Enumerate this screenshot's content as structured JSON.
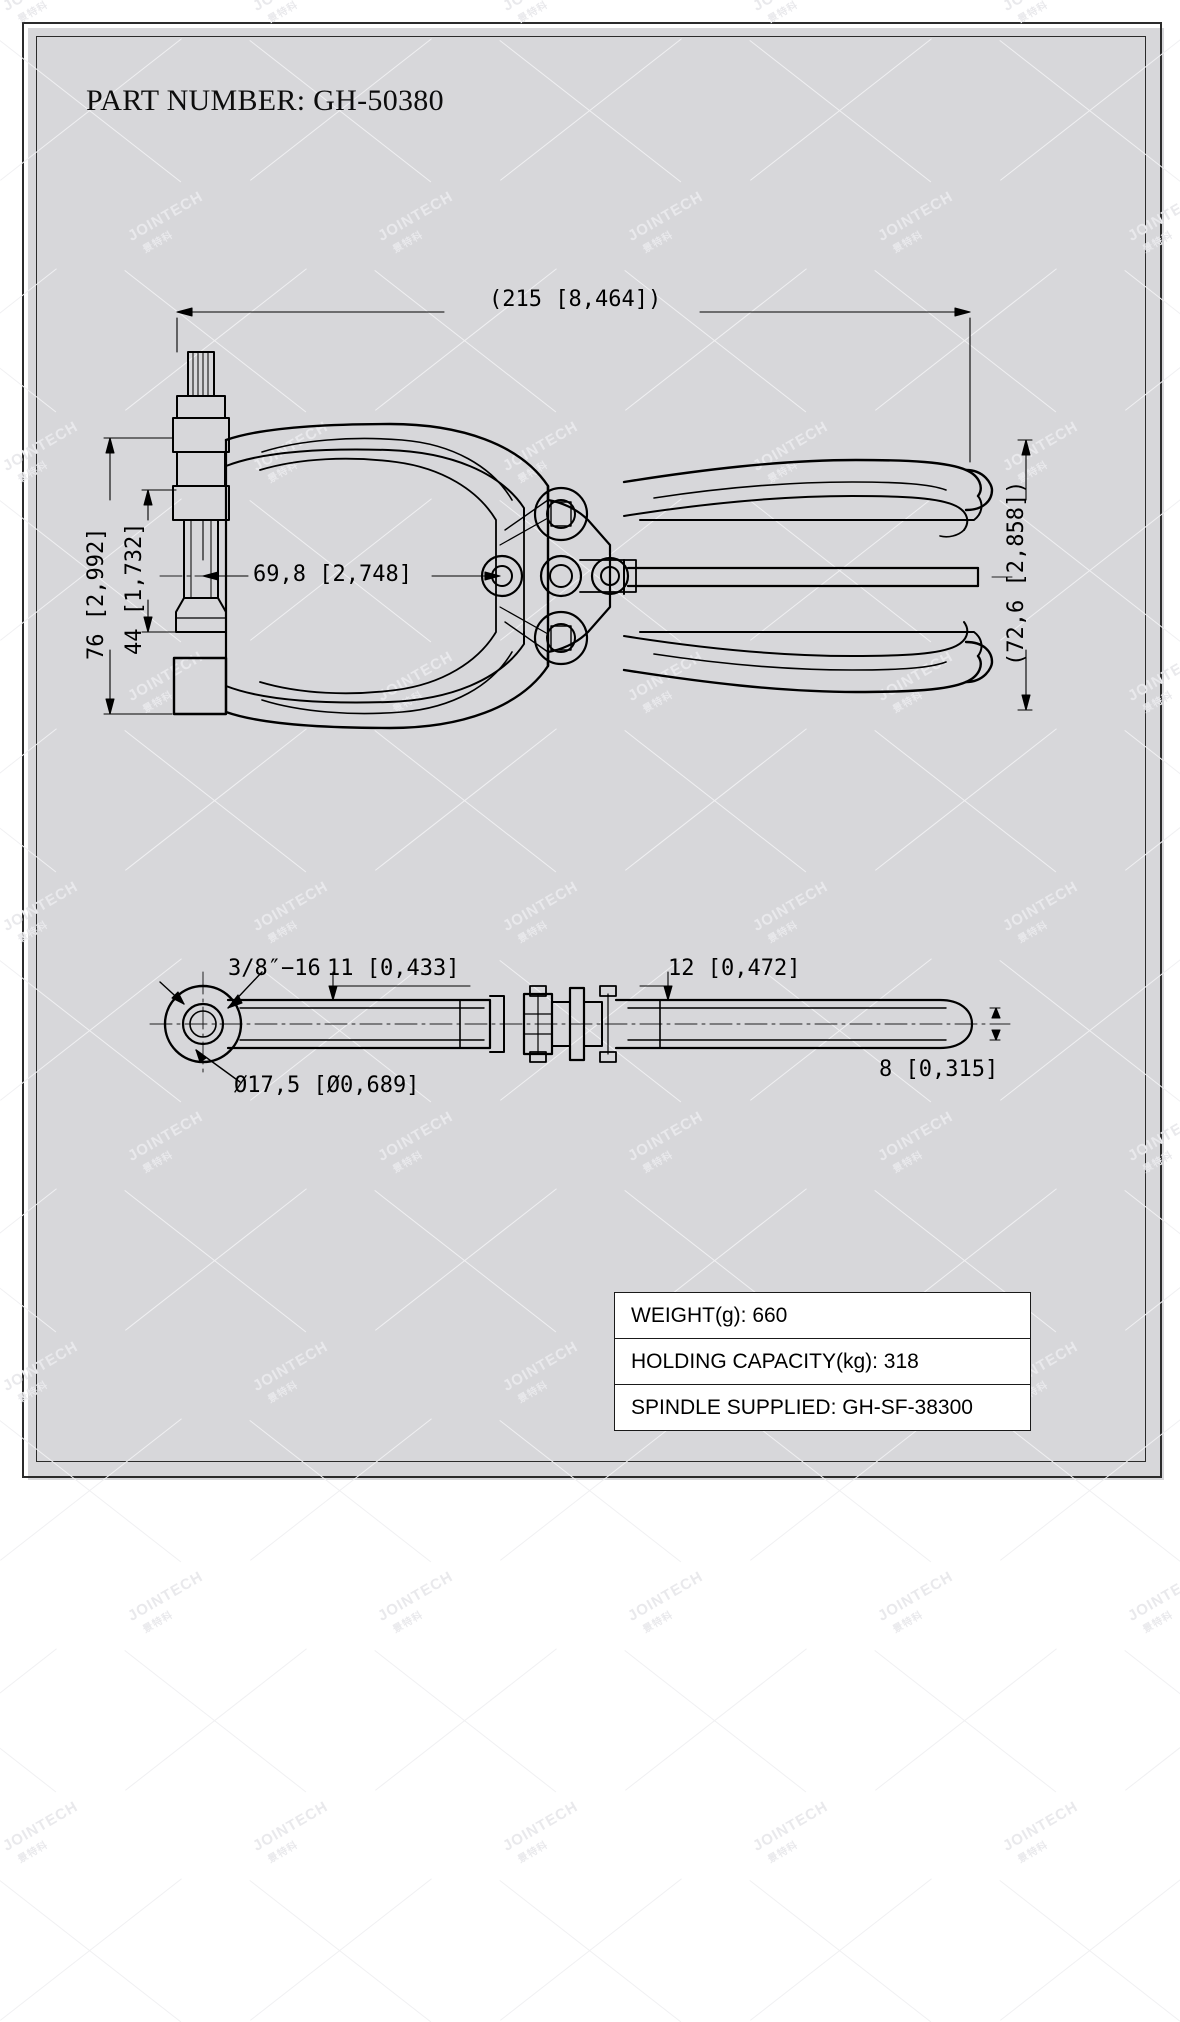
{
  "title": {
    "label": "PART NUMBER:",
    "value": "GH-50380",
    "full": "PART NUMBER:  GH-50380"
  },
  "watermark": {
    "text": "JOINTECH",
    "subtext": "景特科"
  },
  "dimensions": {
    "overall_length": "(215 [8,464])",
    "overall_height": "76 [2,992]",
    "base_height": "44 [1,732]",
    "spindle_offset": "69,8 [2,748]",
    "open_height": "(72,6 [2,858])",
    "thread": "3/8″−16",
    "bar_thickness_left": "11 [0,433]",
    "bar_thickness_right": "12 [0,472]",
    "hole_diameter": "Ø17,5 [Ø0,689]",
    "plate_thickness": "8 [0,315]"
  },
  "spec_table": {
    "rows": [
      {
        "label": "WEIGHT(g): 660"
      },
      {
        "label": "HOLDING CAPACITY(kg): 318"
      },
      {
        "label": "SPINDLE SUPPLIED: GH-SF-38300"
      }
    ]
  },
  "colors": {
    "line": "#000000",
    "frame": "#2b2b2b",
    "shadow": "#d7d7da",
    "watermark": "#e9e9ec",
    "background": "#ffffff"
  }
}
